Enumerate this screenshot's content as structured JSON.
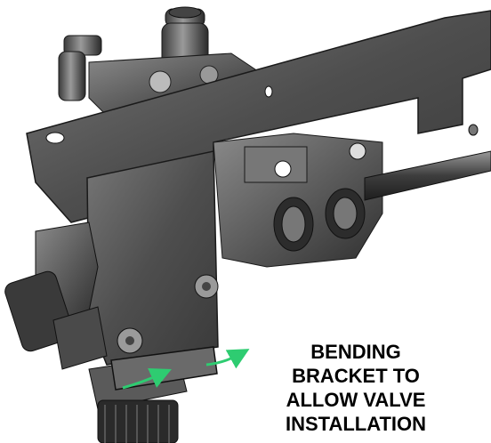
{
  "diagram": {
    "caption_lines": [
      "BENDING",
      "BRACKET TO",
      "ALLOW VALVE",
      "INSTALLATION"
    ],
    "colors": {
      "bracket_fill": "#5a5a5a",
      "bracket_edge": "#1a1a1a",
      "metal_dark": "#2e2e2e",
      "metal_mid": "#6e6e6e",
      "metal_light": "#bdbdbd",
      "arrow": "#2ecc71",
      "text": "#000000"
    },
    "icons": [
      "bend-direction-arrow-icon"
    ]
  }
}
